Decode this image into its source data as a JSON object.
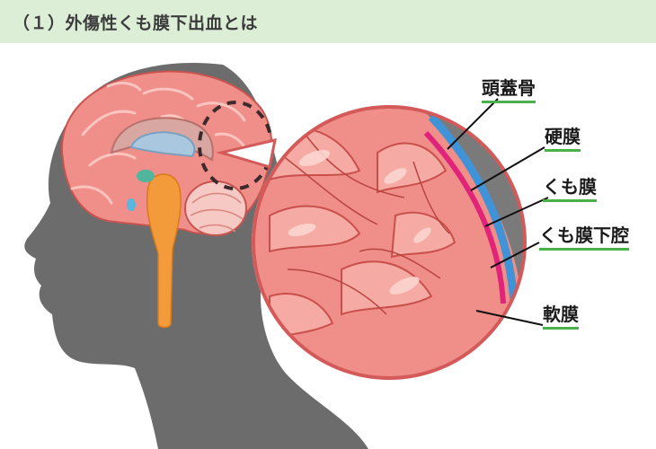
{
  "header": {
    "title": "（１）外傷性くも膜下出血とは"
  },
  "labels": {
    "skull": "頭蓋骨",
    "dura": "硬膜",
    "arachnoid": "くも膜",
    "subarachnoid_space": "くも膜下腔",
    "pia": "軟膜"
  },
  "colors": {
    "header_bg": "#dcefd6",
    "label_underline": "#4bb04b",
    "head_silhouette": "#6c6c6c",
    "brain": "#f08f8a",
    "dura": "#e0247a",
    "arachnoid": "#3f93d6",
    "skull": "#777777"
  }
}
